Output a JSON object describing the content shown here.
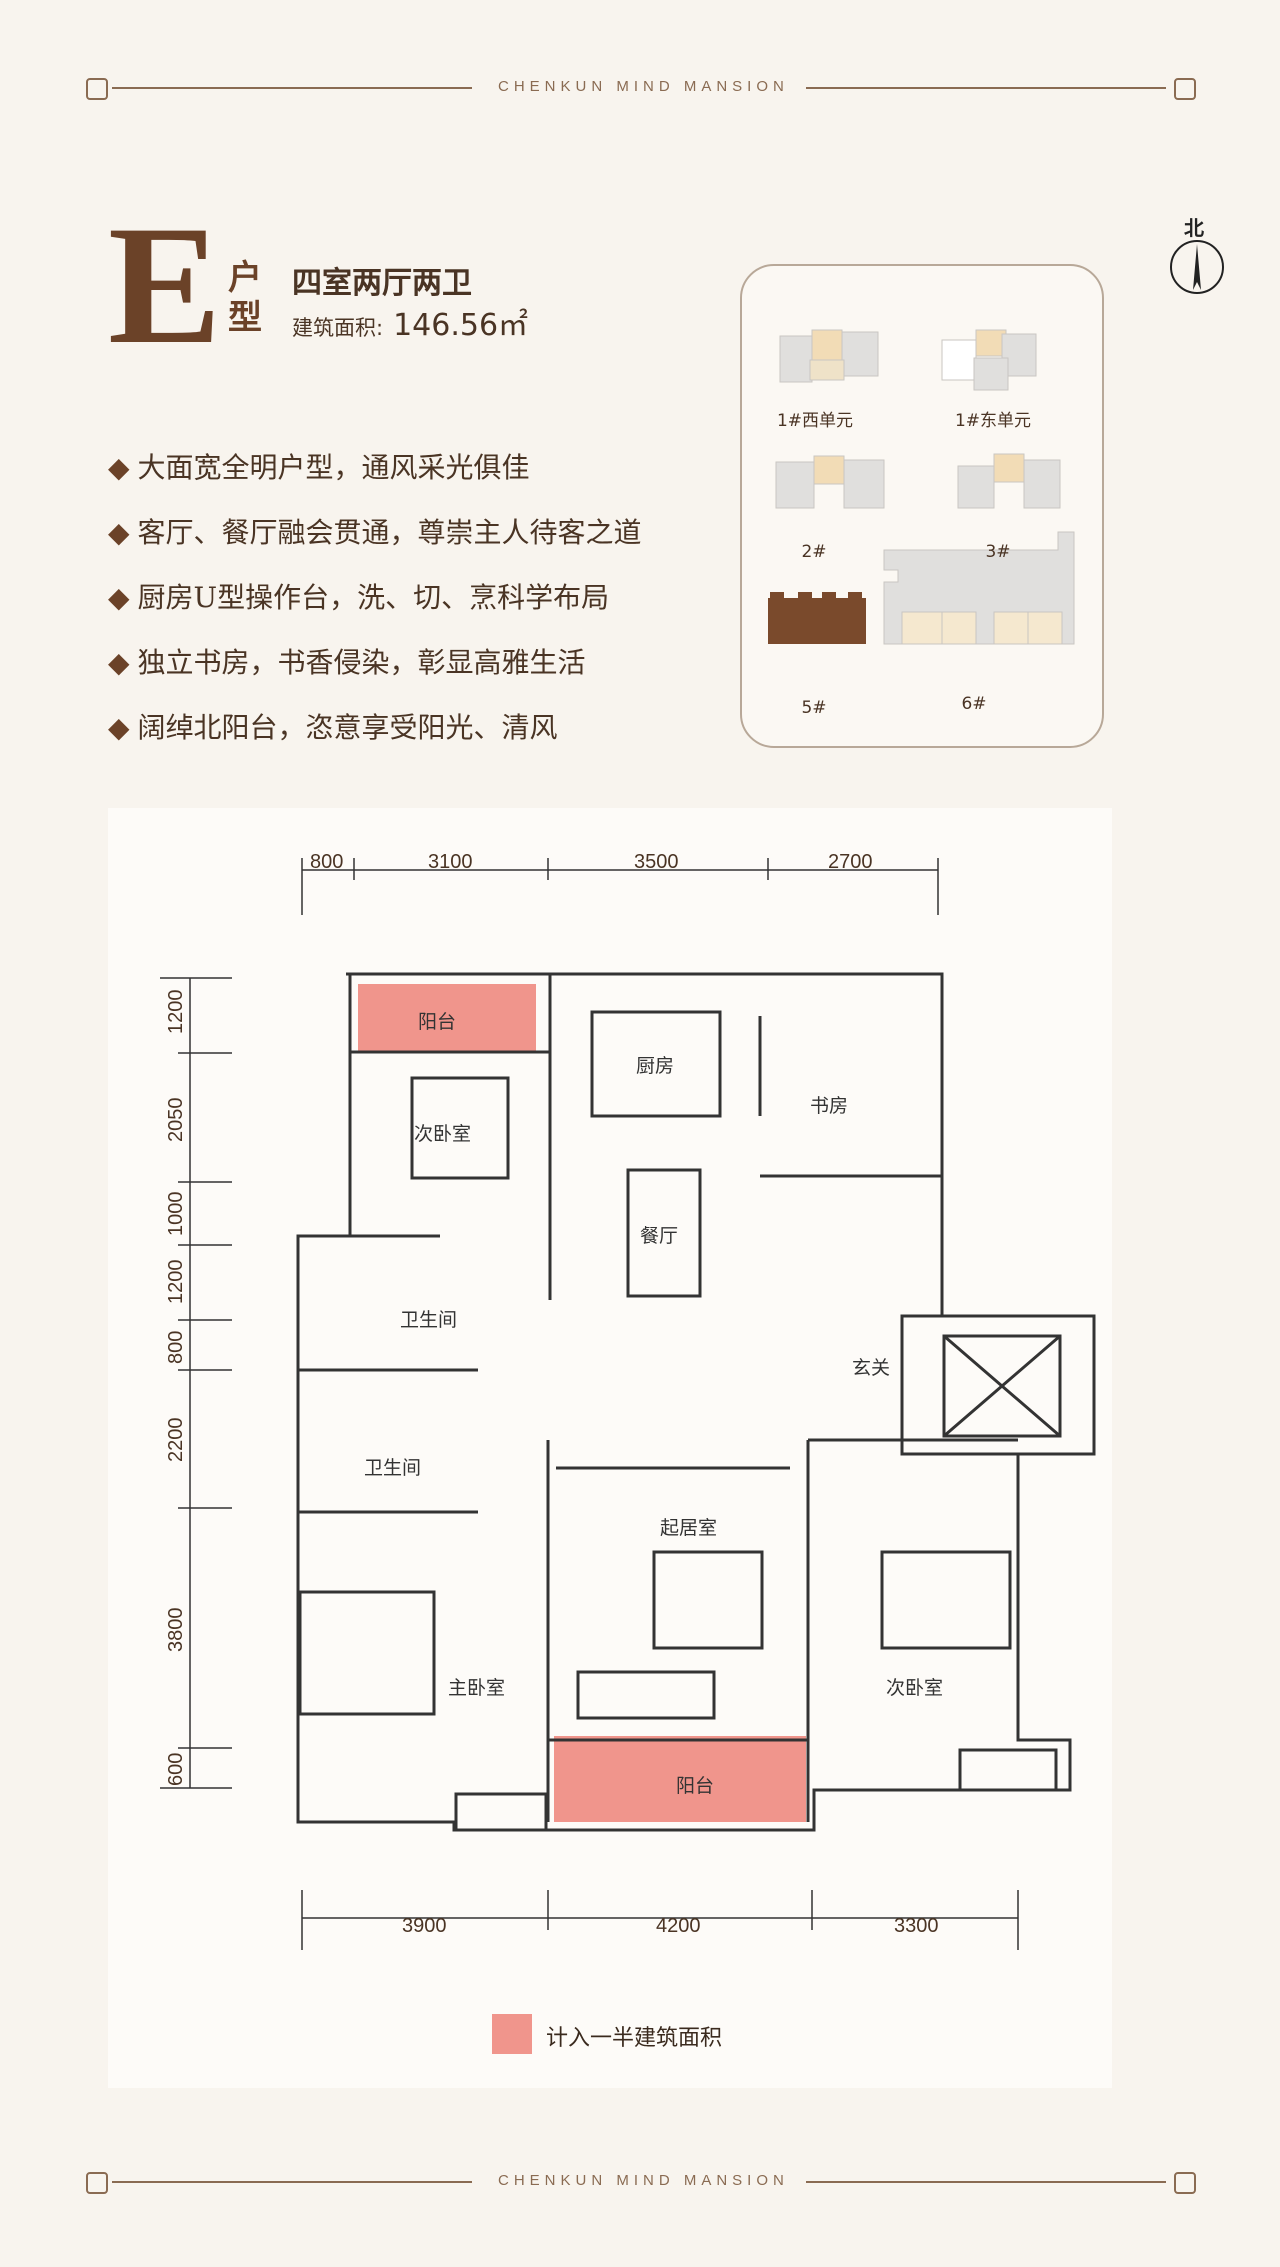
{
  "brand": {
    "name": "CHENKUN MIND MANSION"
  },
  "header": {
    "unit_letter": "E",
    "unit_suffix": "户型",
    "layout_name": "四室两厅两卫",
    "area_label": "建筑面积:",
    "area_value": "146.56㎡"
  },
  "compass": {
    "label": "北"
  },
  "features": [
    "大面宽全明户型，通风采光俱佳",
    "客厅、餐厅融会贯通，尊崇主人待客之道",
    "厨房U型操作台，洗、切、烹科学布局",
    "独立书房，书香侵染，彰显高雅生活",
    "阔绰北阳台，恣意享受阳光、清风"
  ],
  "key_plan": {
    "buildings": [
      "1#西单元",
      "1#东单元",
      "2#",
      "3#",
      "5#",
      "6#"
    ],
    "highlight_color": "#7a4a2c"
  },
  "plan": {
    "top_dims": [
      "800",
      "3100",
      "3500",
      "2700"
    ],
    "bottom_dims": [
      "3900",
      "4200",
      "3300"
    ],
    "left_dims": [
      "1200",
      "2050",
      "1000",
      "1200",
      "800",
      "2200",
      "3800",
      "600"
    ],
    "rooms": {
      "north_balcony": "阳台",
      "kitchen": "厨房",
      "study": "书房",
      "second_bedroom_north": "次卧室",
      "dining": "餐厅",
      "bathroom_1": "卫生间",
      "entrance": "玄关",
      "bathroom_2": "卫生间",
      "living": "起居室",
      "master_bedroom": "主卧室",
      "second_bedroom_south": "次卧室",
      "south_balcony": "阳台"
    },
    "half_area_color": "#f0958c"
  },
  "legend": {
    "text": "计入一半建筑面积"
  }
}
